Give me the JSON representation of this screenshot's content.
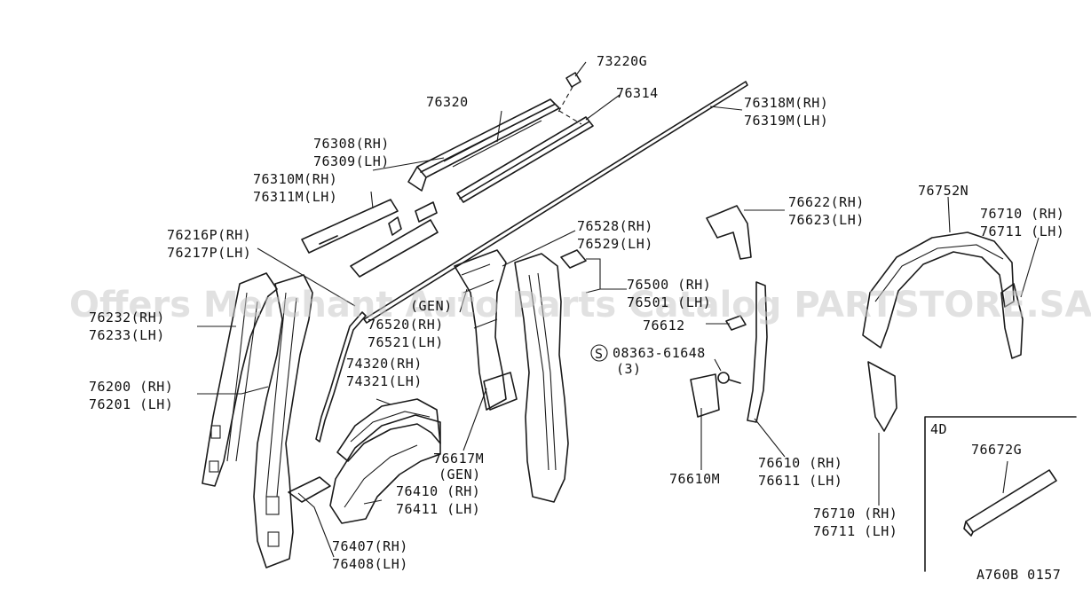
{
  "watermark": "Offers Merchant Auto Parts Catalog PARTSTORE.SA",
  "diagram_code": "A760B 0157",
  "inset_label": "4D",
  "circle_s": "S",
  "labels": {
    "p73220g": "73220G",
    "p76320": "76320",
    "p76314": "76314",
    "p76318m": "76318M(RH)",
    "p76319m": "76319M(LH)",
    "p76308": "76308(RH)",
    "p76309": "76309(LH)",
    "p76310m": "76310M(RH)",
    "p76311m": "76311M(LH)",
    "p76216p": "76216P(RH)",
    "p76217p": "76217P(LH)",
    "p76622": "76622(RH)",
    "p76623": "76623(LH)",
    "p76752n": "76752N",
    "p76710a": "76710 (RH)",
    "p76711a": "76711 (LH)",
    "p76528": "76528(RH)",
    "p76529": "76529(LH)",
    "p76500": "76500 (RH)",
    "p76501": "76501 (LH)",
    "p76612": "76612",
    "gen1": "(GEN)",
    "p76520": "76520(RH)",
    "p76521": "76521(LH)",
    "p76232": "76232(RH)",
    "p76233": "76233(LH)",
    "screw": "08363-61648",
    "screw_qty": "(3)",
    "p74320": "74320(RH)",
    "p74321": "74321(LH)",
    "p76200": "76200 (RH)",
    "p76201": "76201 (LH)",
    "p76617m": "76617M",
    "gen2": "(GEN)",
    "p76610m": "76610M",
    "p76610": "76610 (RH)",
    "p76611": "76611 (LH)",
    "p76410": "76410 (RH)",
    "p76411": "76411 (LH)",
    "p76407": "76407(RH)",
    "p76408": "76408(LH)",
    "p76710b": "76710 (RH)",
    "p76711b": "76711 (LH)",
    "p76672g": "76672G"
  }
}
